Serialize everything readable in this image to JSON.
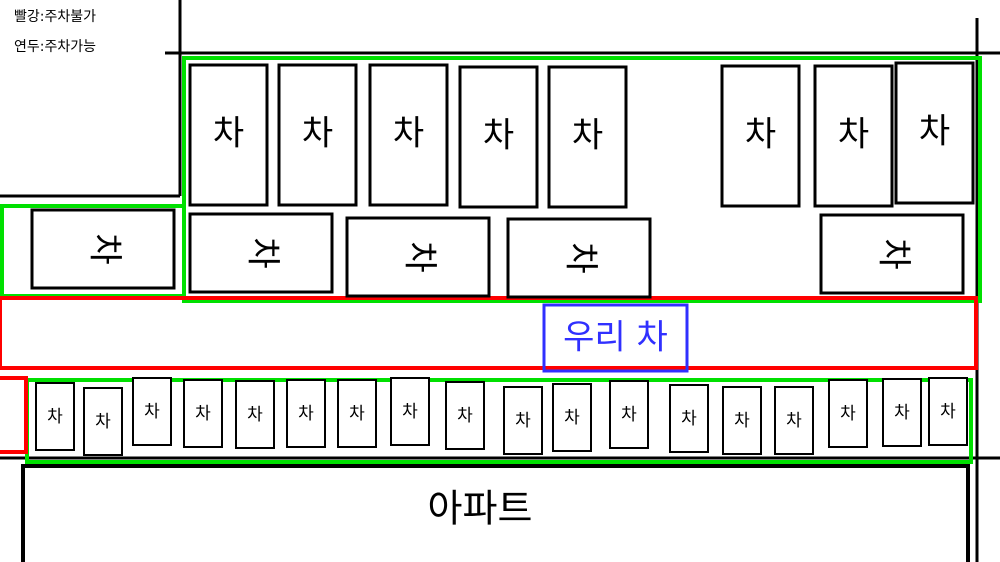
{
  "legend": {
    "red": "빨강:주차불가",
    "green": "연두:주차가능"
  },
  "labels": {
    "car": "차",
    "our_car": "우리 차",
    "apartment": "아파트"
  },
  "colors": {
    "red": "#ff0000",
    "green": "#00e000",
    "blue": "#3030ff",
    "line": "#000000"
  }
}
